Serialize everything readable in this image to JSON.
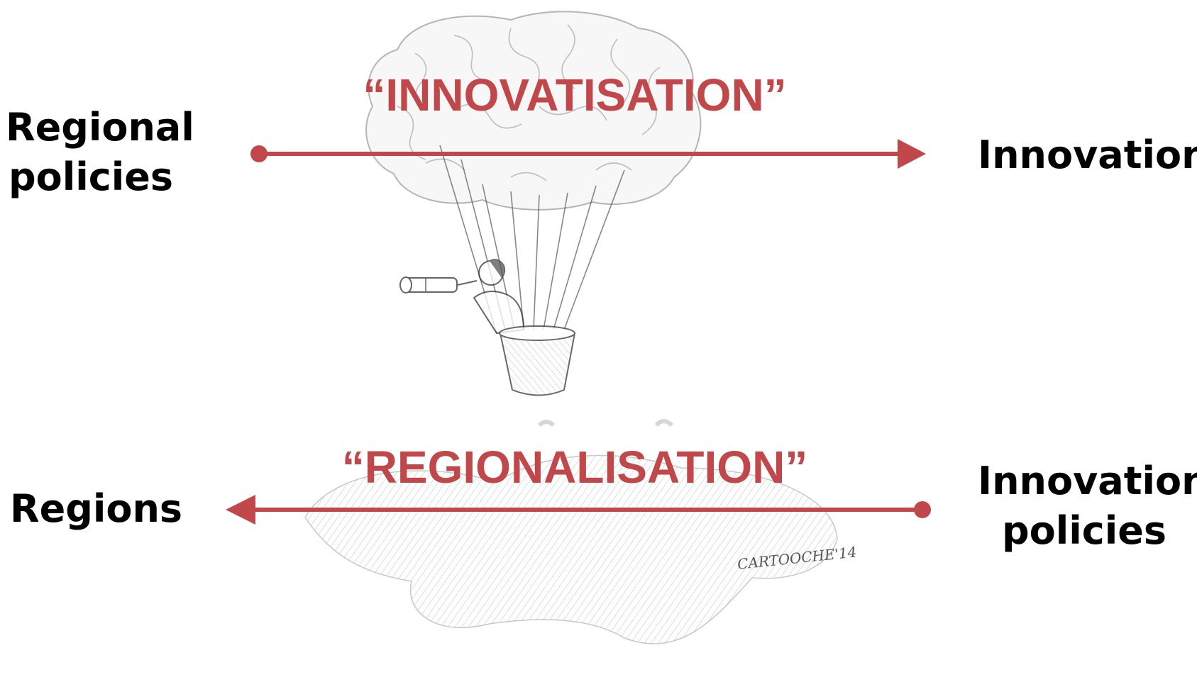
{
  "labels": {
    "left_top": [
      "Regional",
      "policies"
    ],
    "right_top": [
      "Innovation"
    ],
    "left_bottom": [
      "Regions"
    ],
    "right_bottom": [
      "Innovation",
      "policies"
    ]
  },
  "processes": {
    "top": {
      "label": "“INNOVATISATION”",
      "direction": "left-to-right"
    },
    "bottom": {
      "label": "“REGIONALISATION”",
      "direction": "right-to-left"
    }
  },
  "cartoon_signature": "CARTOOCHE'14",
  "colors": {
    "accent_red": "#c0474a",
    "text_black": "#000000",
    "sketch_gray": "#8a8a8a"
  },
  "icons": {
    "cartoon": "hot-air-balloon-brain-cartoon"
  }
}
